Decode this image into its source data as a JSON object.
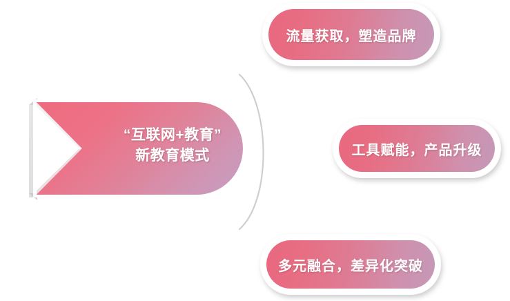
{
  "diagram": {
    "type": "radial-branch-diagram",
    "background_color": "#ffffff",
    "banner": {
      "title_line_1": "“互联网+教育”",
      "title_line_2": "新教育模式",
      "shape": "chevron-pentagon",
      "gradient_start": "#ed6c7f",
      "gradient_end": "#c79ac0",
      "text_color": "#ffffff",
      "outline_color": "#ffffff",
      "shadow_color": "#b9b9bd"
    },
    "connector": {
      "shape": "arc",
      "color": "#c9c9cc"
    },
    "branches": [
      {
        "label": "流量获取，塑造品牌",
        "gradient_start": "#e8687f",
        "gradient_end": "#c599b8"
      },
      {
        "label": "工具赋能，产品升级",
        "gradient_start": "#e8687f",
        "gradient_end": "#c599b8"
      },
      {
        "label": "多元融合，差异化突破",
        "gradient_start": "#e8687f",
        "gradient_end": "#c599b8"
      }
    ]
  }
}
